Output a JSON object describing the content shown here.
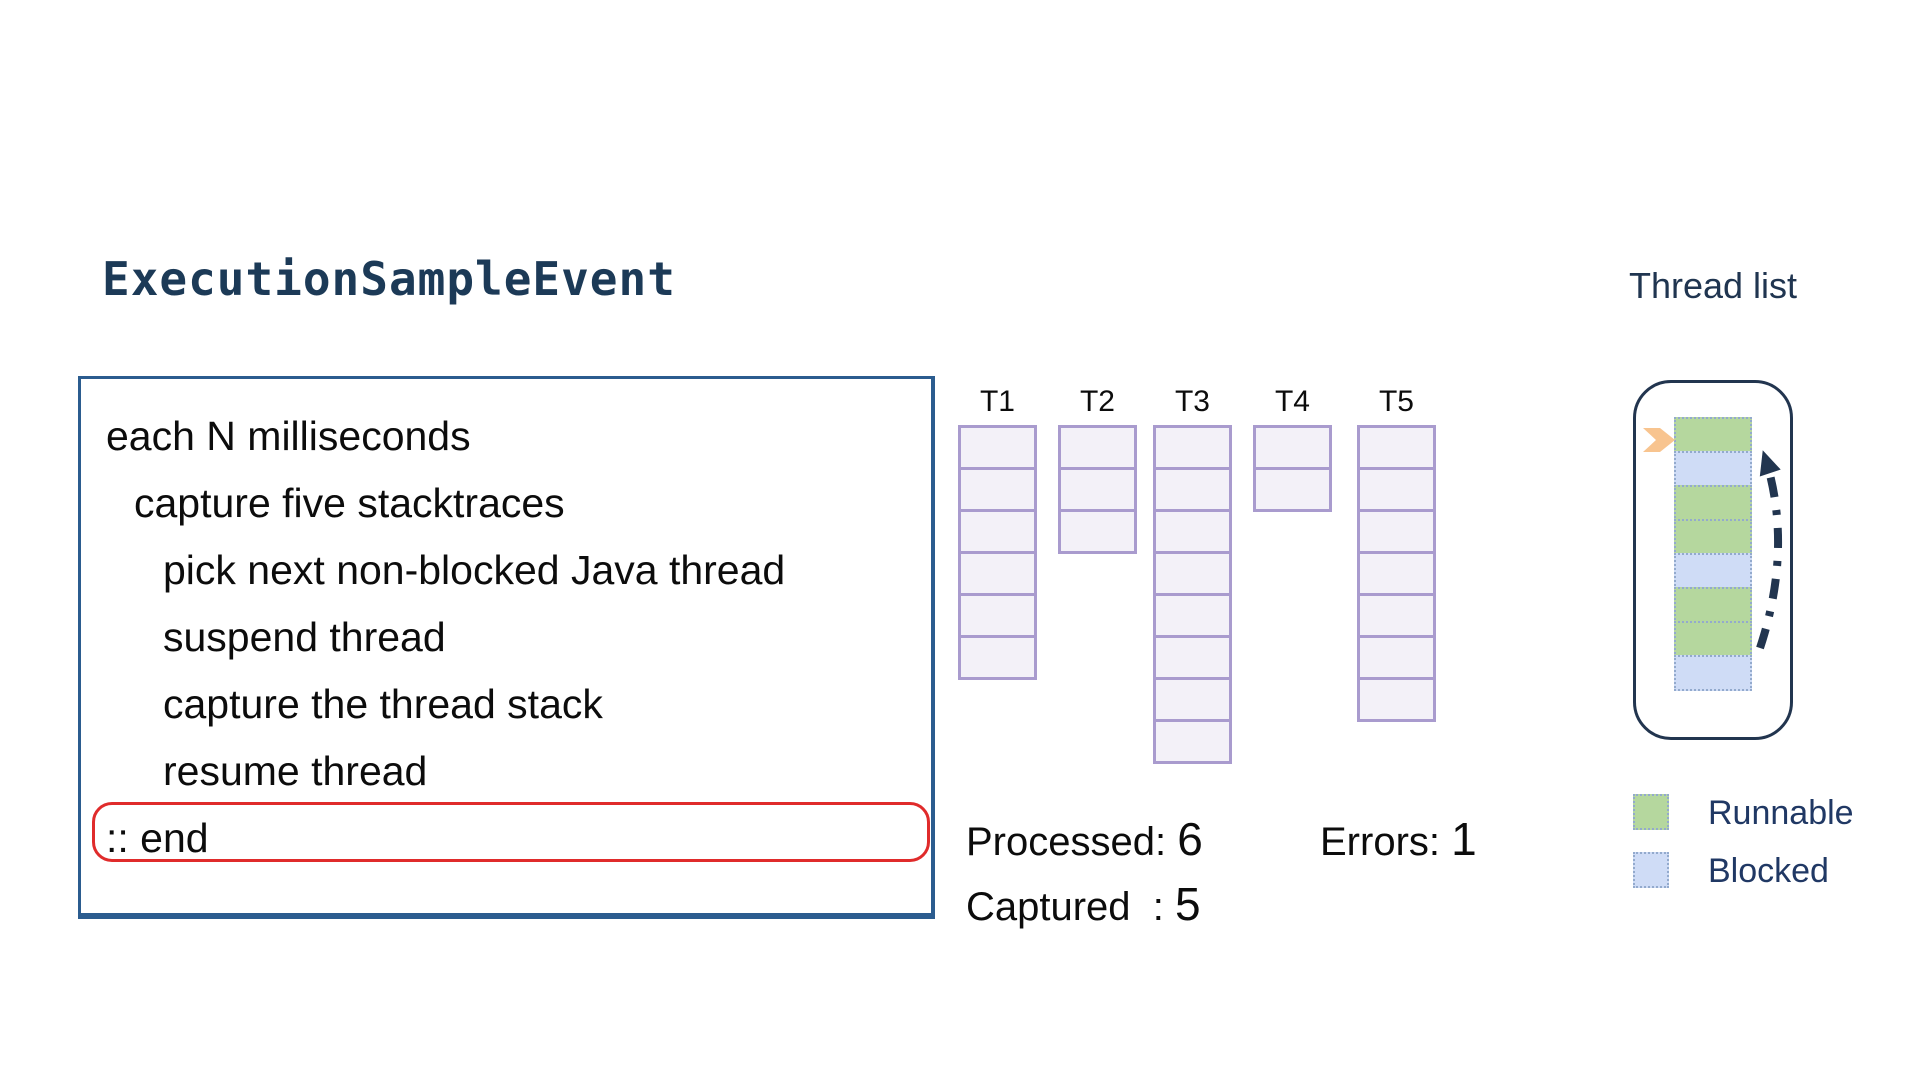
{
  "title": "ExecutionSampleEvent",
  "pseudocode": {
    "lines": [
      {
        "text": "each N milliseconds",
        "indent": 0,
        "highlighted": false
      },
      {
        "text": "capture five stacktraces",
        "indent": 1,
        "highlighted": false
      },
      {
        "text": "pick next non-blocked Java thread",
        "indent": 2,
        "highlighted": false
      },
      {
        "text": "suspend thread",
        "indent": 2,
        "highlighted": false
      },
      {
        "text": "capture the thread stack",
        "indent": 2,
        "highlighted": false
      },
      {
        "text": "resume thread",
        "indent": 2,
        "highlighted": false
      },
      {
        "text": ":: end",
        "indent": 0,
        "highlighted": true
      }
    ]
  },
  "stacks": {
    "columns": [
      {
        "label": "T1",
        "cells": 6
      },
      {
        "label": "T2",
        "cells": 3
      },
      {
        "label": "T3",
        "cells": 8
      },
      {
        "label": "T4",
        "cells": 2
      },
      {
        "label": "T5",
        "cells": 7
      }
    ],
    "cell_fill": "#f3f1f8",
    "cell_border": "#a99bce"
  },
  "stats": {
    "processed_label": "Processed: ",
    "processed_value": "6",
    "errors_label": "Errors: ",
    "errors_value": "1",
    "captured_label": "Captured  : ",
    "captured_value": "5"
  },
  "thread_list": {
    "title": "Thread list",
    "cells": [
      "runnable",
      "blocked",
      "runnable",
      "runnable",
      "blocked",
      "runnable",
      "runnable",
      "blocked"
    ],
    "colors": {
      "runnable": "#b5d79e",
      "blocked": "#cfdcf6"
    },
    "pointer_color": "#f8c48f",
    "arrow_color": "#22354f"
  },
  "legend": {
    "items": [
      {
        "label": "Runnable",
        "state": "runnable",
        "color": "#b5d79e"
      },
      {
        "label": "Blocked",
        "state": "blocked",
        "color": "#cfdcf6"
      }
    ]
  },
  "colors": {
    "title_navy": "#1c3a57",
    "box_border_blue": "#2b5c8f",
    "highlight_red": "#e02b2b",
    "navy_text": "#203550"
  }
}
